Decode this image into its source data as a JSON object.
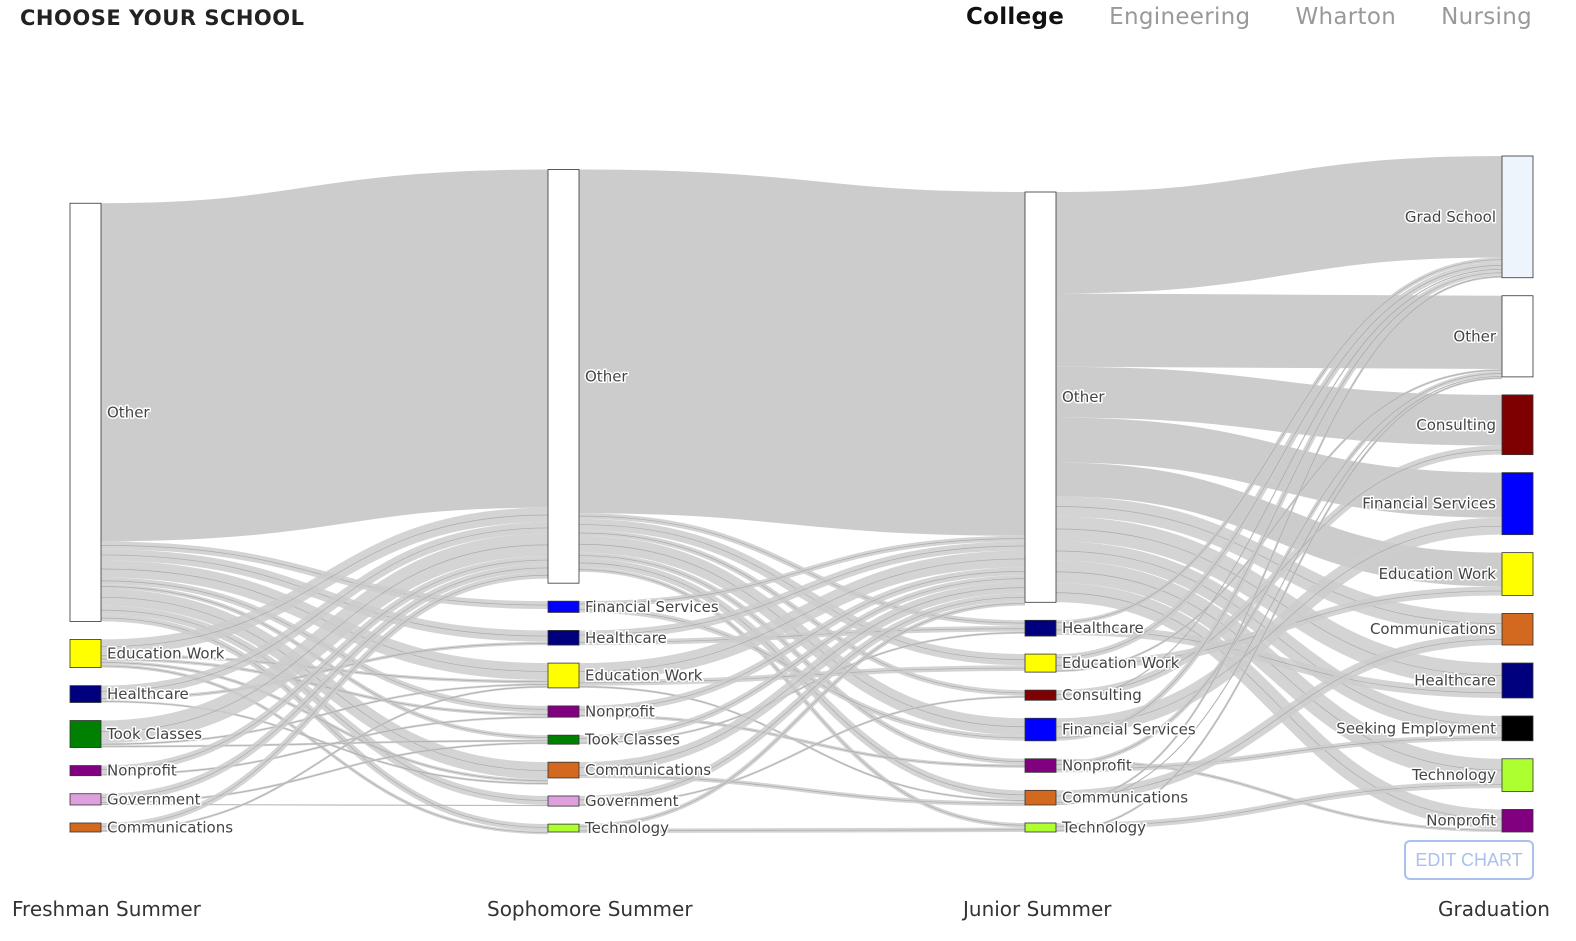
{
  "header": {
    "title": "CHOOSE YOUR SCHOOL"
  },
  "tabs": [
    {
      "label": "College",
      "active": true
    },
    {
      "label": "Engineering",
      "active": false
    },
    {
      "label": "Wharton",
      "active": false
    },
    {
      "label": "Nursing",
      "active": false
    }
  ],
  "edit_button": {
    "label": "EDIT CHART"
  },
  "chart_data": {
    "type": "sankey",
    "stages": [
      "Freshman Summer",
      "Sophomore Summer",
      "Junior Summer",
      "Graduation"
    ],
    "link_color": "#cccccc",
    "nodes": [
      [
        {
          "label": "Other",
          "color": "#ffffff",
          "value": 371
        },
        {
          "label": "Education Work",
          "color": "#ffff00",
          "value": 25
        },
        {
          "label": "Healthcare",
          "color": "#00007f",
          "value": 15
        },
        {
          "label": "Took Classes",
          "color": "#008000",
          "value": 24
        },
        {
          "label": "Nonprofit",
          "color": "#800080",
          "value": 9
        },
        {
          "label": "Government",
          "color": "#dda0dd",
          "value": 10
        },
        {
          "label": "Communications",
          "color": "#d2691e",
          "value": 8
        }
      ],
      [
        {
          "label": "Other",
          "color": "#ffffff",
          "value": 367
        },
        {
          "label": "Financial Services",
          "color": "#0000ff",
          "value": 10
        },
        {
          "label": "Healthcare",
          "color": "#00007f",
          "value": 13
        },
        {
          "label": "Education Work",
          "color": "#ffff00",
          "value": 22
        },
        {
          "label": "Nonprofit",
          "color": "#800080",
          "value": 10
        },
        {
          "label": "Took Classes",
          "color": "#008000",
          "value": 8
        },
        {
          "label": "Communications",
          "color": "#d2691e",
          "value": 14
        },
        {
          "label": "Government",
          "color": "#dda0dd",
          "value": 9
        },
        {
          "label": "Technology",
          "color": "#adff2f",
          "value": 7
        }
      ],
      [
        {
          "label": "Other",
          "color": "#ffffff",
          "value": 364
        },
        {
          "label": "Healthcare",
          "color": "#00007f",
          "value": 14
        },
        {
          "label": "Education Work",
          "color": "#ffff00",
          "value": 16
        },
        {
          "label": "Consulting",
          "color": "#7f0000",
          "value": 9
        },
        {
          "label": "Financial Services",
          "color": "#0000ff",
          "value": 20
        },
        {
          "label": "Nonprofit",
          "color": "#800080",
          "value": 12
        },
        {
          "label": "Communications",
          "color": "#d2691e",
          "value": 13
        },
        {
          "label": "Technology",
          "color": "#adff2f",
          "value": 8
        }
      ],
      [
        {
          "label": "Grad School",
          "color": "#eef4fb",
          "value": 108
        },
        {
          "label": "Other",
          "color": "#ffffff",
          "value": 72
        },
        {
          "label": "Consulting",
          "color": "#7f0000",
          "value": 53
        },
        {
          "label": "Financial Services",
          "color": "#0000ff",
          "value": 55
        },
        {
          "label": "Education Work",
          "color": "#ffff00",
          "value": 38
        },
        {
          "label": "Communications",
          "color": "#d2691e",
          "value": 28
        },
        {
          "label": "Healthcare",
          "color": "#00007f",
          "value": 31
        },
        {
          "label": "Seeking Employment",
          "color": "#000000",
          "value": 22
        },
        {
          "label": "Technology",
          "color": "#adff2f",
          "value": 29
        },
        {
          "label": "Nonprofit",
          "color": "#800080",
          "value": 20
        }
      ]
    ],
    "links": [
      [
        0,
        0,
        0,
        300
      ],
      [
        0,
        0,
        1,
        7
      ],
      [
        0,
        0,
        2,
        10
      ],
      [
        0,
        0,
        3,
        15
      ],
      [
        0,
        0,
        4,
        6
      ],
      [
        0,
        0,
        5,
        4
      ],
      [
        0,
        0,
        6,
        15
      ],
      [
        0,
        0,
        7,
        8
      ],
      [
        0,
        0,
        8,
        6
      ],
      [
        0,
        1,
        0,
        13
      ],
      [
        0,
        1,
        3,
        3
      ],
      [
        0,
        1,
        4,
        3
      ],
      [
        0,
        1,
        6,
        3
      ],
      [
        0,
        1,
        8,
        3
      ],
      [
        0,
        2,
        0,
        10
      ],
      [
        0,
        2,
        2,
        3
      ],
      [
        0,
        2,
        6,
        2
      ],
      [
        0,
        3,
        0,
        20
      ],
      [
        0,
        3,
        3,
        2
      ],
      [
        0,
        3,
        5,
        2
      ],
      [
        0,
        4,
        0,
        7
      ],
      [
        0,
        4,
        4,
        2
      ],
      [
        0,
        5,
        0,
        7
      ],
      [
        0,
        5,
        5,
        2
      ],
      [
        0,
        5,
        7,
        1
      ],
      [
        0,
        6,
        0,
        6
      ],
      [
        0,
        6,
        3,
        2
      ],
      [
        1,
        0,
        0,
        305
      ],
      [
        1,
        0,
        1,
        5
      ],
      [
        1,
        0,
        2,
        10
      ],
      [
        1,
        0,
        3,
        5
      ],
      [
        1,
        0,
        4,
        15
      ],
      [
        1,
        0,
        5,
        5
      ],
      [
        1,
        0,
        6,
        8
      ],
      [
        1,
        0,
        7,
        4
      ],
      [
        1,
        1,
        0,
        5
      ],
      [
        1,
        1,
        4,
        5
      ],
      [
        1,
        2,
        0,
        8
      ],
      [
        1,
        2,
        1,
        5
      ],
      [
        1,
        3,
        0,
        15
      ],
      [
        1,
        3,
        2,
        5
      ],
      [
        1,
        3,
        6,
        2
      ],
      [
        1,
        4,
        0,
        7
      ],
      [
        1,
        4,
        5,
        3
      ],
      [
        1,
        5,
        0,
        6
      ],
      [
        1,
        5,
        1,
        2
      ],
      [
        1,
        6,
        0,
        10
      ],
      [
        1,
        6,
        6,
        4
      ],
      [
        1,
        7,
        0,
        7
      ],
      [
        1,
        7,
        3,
        2
      ],
      [
        1,
        8,
        0,
        4
      ],
      [
        1,
        8,
        7,
        4
      ],
      [
        2,
        0,
        0,
        90
      ],
      [
        2,
        0,
        1,
        65
      ],
      [
        2,
        0,
        2,
        45
      ],
      [
        2,
        0,
        3,
        40
      ],
      [
        2,
        0,
        4,
        30
      ],
      [
        2,
        0,
        5,
        18
      ],
      [
        2,
        0,
        6,
        22
      ],
      [
        2,
        0,
        7,
        17
      ],
      [
        2,
        0,
        8,
        20
      ],
      [
        2,
        0,
        9,
        17
      ],
      [
        2,
        1,
        0,
        4
      ],
      [
        2,
        1,
        6,
        9
      ],
      [
        2,
        2,
        0,
        6
      ],
      [
        2,
        2,
        4,
        8
      ],
      [
        2,
        2,
        1,
        2
      ],
      [
        2,
        3,
        2,
        8
      ],
      [
        2,
        3,
        0,
        1
      ],
      [
        2,
        4,
        3,
        15
      ],
      [
        2,
        4,
        0,
        5
      ],
      [
        2,
        5,
        9,
        3
      ],
      [
        2,
        5,
        1,
        4
      ],
      [
        2,
        5,
        7,
        5
      ],
      [
        2,
        6,
        5,
        10
      ],
      [
        2,
        6,
        0,
        2
      ],
      [
        2,
        6,
        1,
        1
      ],
      [
        2,
        7,
        8,
        6
      ],
      [
        2,
        7,
        1,
        2
      ]
    ]
  }
}
